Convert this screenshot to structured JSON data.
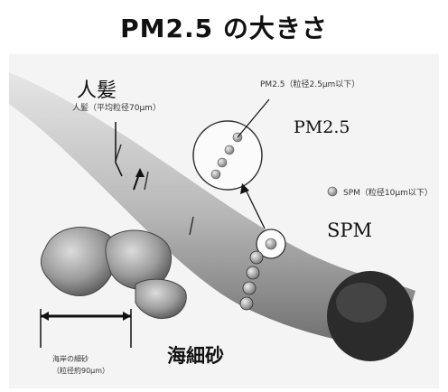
{
  "title": "PM2.5 の大きさ",
  "labels": {
    "hair": "人髪",
    "hair_note": "人髪（平均粒径70μm）",
    "pm25_note": "PM2.5（粒径2.5μm以下）",
    "pm25": "PM2.5",
    "spm_note": "SPM（粒径10μm以下）",
    "spm": "SPM",
    "sand": "海細砂",
    "sand_note_line1": "海岸の細砂",
    "sand_note_line2": "（粒径約90μm）"
  }
}
